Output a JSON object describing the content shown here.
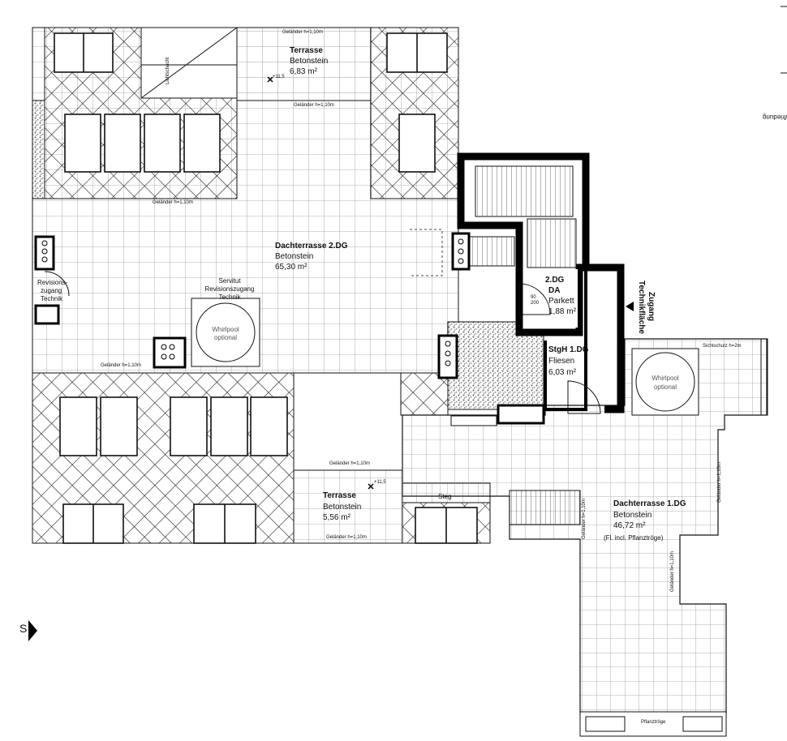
{
  "rooms": {
    "dachterrasse_2dg": {
      "name": "Dachterrasse  2.DG",
      "material": "Betonstein",
      "area": "65,30 m²"
    },
    "terrasse_top": {
      "name": "Terrasse",
      "material": "Betonstein",
      "area": "6,83 m²"
    },
    "terrasse_bottom": {
      "name": "Terrasse",
      "material": "Betonstein",
      "area": "5,56 m²"
    },
    "da_2dg": {
      "name1": "2.DG",
      "name2": "DA",
      "material": "Parkett",
      "area": "1,88 m²"
    },
    "stgh_1dg": {
      "name": "StgH 1.DG",
      "material": "Fliesen",
      "area": "6,03 m²"
    },
    "dachterrasse_1dg": {
      "name": "Dachterrasse 1.DG",
      "material": "Betonstein",
      "area": "46,72 m²",
      "note": "(Fl. incl. Pflanztröge)"
    }
  },
  "labels": {
    "servitut": "Servitut",
    "revisionszugang_technik": "Revisionszugang",
    "technik": "Technik",
    "revision_left_1": "Revisions-",
    "revision_left_2": "zugang",
    "revision_left_3": "Technik",
    "whirlpool": "Whirlpool",
    "optional": "optional",
    "zugang": "Zugang",
    "technikflaeche": "Technikfläche",
    "steg": "Steg",
    "pflanztroege": "Pflanztröge",
    "lichtschacht": "Lichtschacht",
    "sichtschutz": "Sichtschutz h=2m",
    "gelaender": "Geländer h=1,10m",
    "door_90_200": "90\n200",
    "level_11_5": "+11,5",
    "section_mark": "S",
    "right_cut_text": "Einfriedung"
  },
  "colors": {
    "line": "#111111",
    "grid": "#9a9a9a",
    "hatch": "#333333",
    "wall": "#000000",
    "gravel": "#777777"
  },
  "icons": [
    "north-arrow-icon",
    "section-arrow-icon",
    "level-marker-icon",
    "vent-icon",
    "whirlpool-icon"
  ]
}
